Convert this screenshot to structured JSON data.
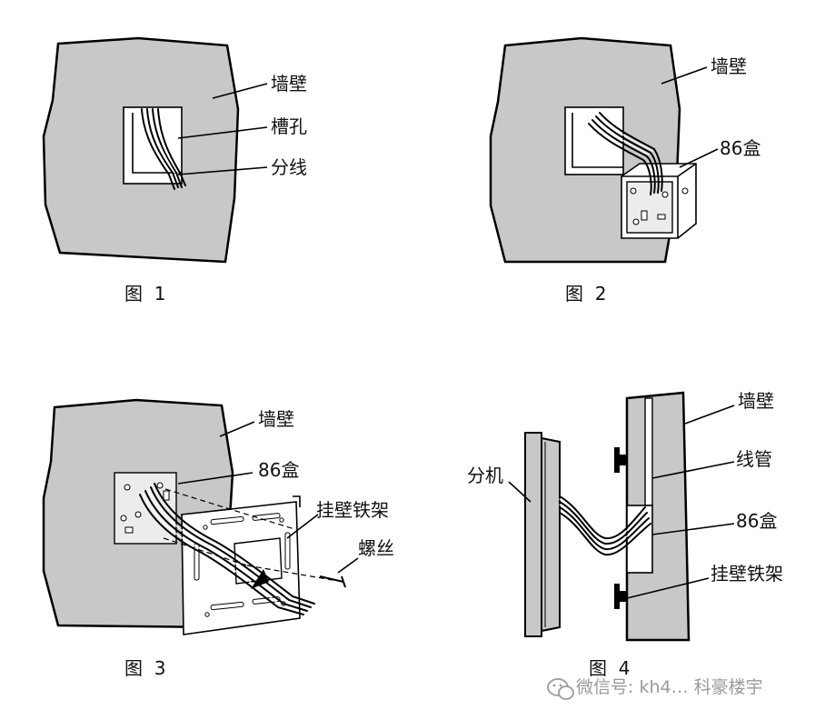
{
  "figures": [
    {
      "caption": "图  1",
      "labels": {
        "wall": "墙壁",
        "slot": "槽孔",
        "split_wires": "分线"
      }
    },
    {
      "caption": "图  2",
      "labels": {
        "wall": "墙壁",
        "box": "86盒"
      }
    },
    {
      "caption": "图  3",
      "labels": {
        "wall": "墙壁",
        "box": "86盒",
        "bracket": "挂壁铁架",
        "screw": "螺丝"
      }
    },
    {
      "caption": "图  4",
      "labels": {
        "wall": "墙壁",
        "extension": "分机",
        "conduit": "线管",
        "box": "86盒",
        "bracket": "挂壁铁架"
      }
    }
  ],
  "watermark": "微信号: kh4… 科豪楼宇",
  "colors": {
    "wall": "#c8c8c8",
    "ink": "#000000",
    "watermark": "#9a9a9a"
  }
}
